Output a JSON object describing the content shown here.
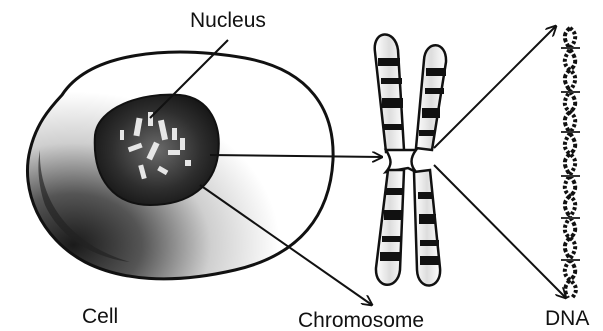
{
  "labels": {
    "nucleus": "Nucleus",
    "cell": "Cell",
    "chromosome": "Chromosome",
    "dna": "DNA"
  },
  "colors": {
    "ink": "#111111",
    "nucleus_fill": "#3a3a3a",
    "cell_fill": "#ffffff"
  }
}
